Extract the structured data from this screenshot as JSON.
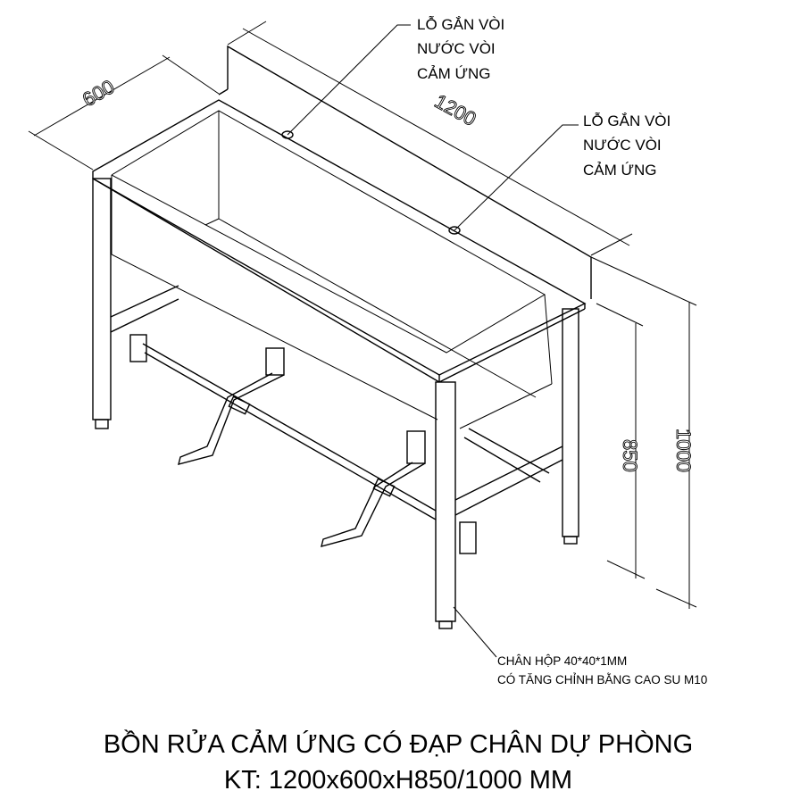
{
  "labels": {
    "faucet_hole_1": [
      "LỖ GẮN VÒI",
      "NƯỚC VÒI",
      "CẢM ỨNG"
    ],
    "faucet_hole_2": [
      "LỖ GẮN VÒI",
      "NƯỚC VÒI",
      "CẢM ỨNG"
    ],
    "leg_note": [
      "CHÂN HỘP 40*40*1MM",
      "CÓ TĂNG CHỈNH BẰNG CAO SU M10"
    ]
  },
  "dimensions": {
    "depth": "600",
    "length": "1200",
    "height_basin": "850",
    "height_total": "1000"
  },
  "title": {
    "line1": "BỒN RỬA CẢM ỨNG CÓ ĐẠP CHÂN DỰ PHÒNG",
    "line2": "KT: 1200x600xH850/1000 MM"
  }
}
